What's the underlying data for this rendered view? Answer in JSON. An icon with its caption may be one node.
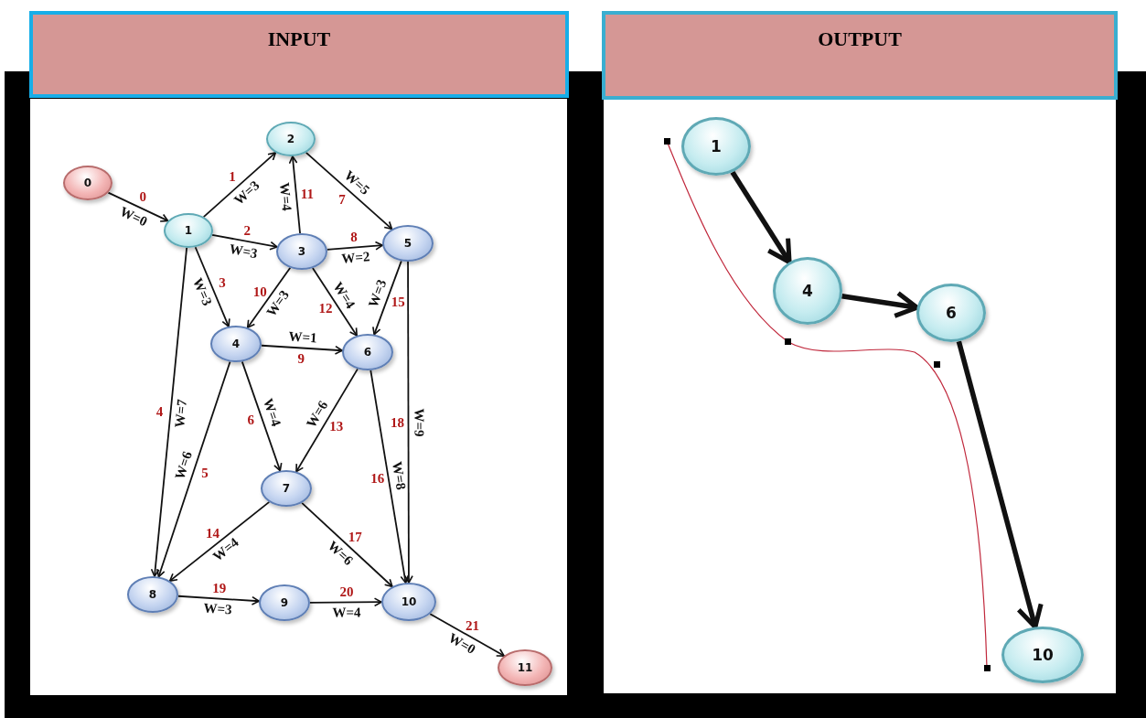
{
  "diagram": {
    "nodes": [
      {
        "text": [
          "INPUT"
        ]
      },
      {
        "text": [
          "OUTPUT"
        ]
      },
      {
        "text": [
          "0"
        ]
      },
      {
        "text": [
          "1"
        ]
      },
      {
        "text": [
          "2"
        ]
      },
      {
        "text": [
          "3"
        ]
      },
      {
        "text": [
          "4"
        ]
      },
      {
        "text": [
          "5"
        ]
      },
      {
        "text": [
          "6"
        ]
      },
      {
        "text": [
          "7"
        ]
      },
      {
        "text": [
          "8"
        ]
      },
      {
        "text": [
          "9"
        ]
      },
      {
        "text": [
          "10"
        ]
      },
      {
        "text": [
          "11"
        ]
      },
      {
        "text": [
          "1"
        ]
      },
      {
        "text": [
          "4"
        ]
      },
      {
        "text": [
          "6"
        ]
      },
      {
        "text": [
          "10"
        ]
      }
    ],
    "edges": [
      {
        "from": 2,
        "to": 3,
        "arrow": "to",
        "label": "W=0"
      },
      {
        "from": 3,
        "to": 4,
        "arrow": "to",
        "label": "W=3"
      },
      {
        "from": 3,
        "to": 5,
        "arrow": "to",
        "label": "W=3"
      },
      {
        "from": 3,
        "to": 6,
        "arrow": "to",
        "label": "W=3"
      },
      {
        "from": 3,
        "to": 10,
        "arrow": "to",
        "label": "W=7"
      },
      {
        "from": 6,
        "to": 10,
        "arrow": "to",
        "label": "W=6"
      },
      {
        "from": 6,
        "to": 9,
        "arrow": "to",
        "label": "W=4"
      },
      {
        "from": 4,
        "to": 7,
        "arrow": "to",
        "label": "W=5"
      },
      {
        "from": 5,
        "to": 7,
        "arrow": "to",
        "label": "W=2"
      },
      {
        "from": 6,
        "to": 8,
        "arrow": "to",
        "label": "W=1"
      },
      {
        "from": 5,
        "to": 6,
        "arrow": "to",
        "label": "W=3"
      },
      {
        "from": 5,
        "to": 4,
        "arrow": "to",
        "label": "W=4"
      },
      {
        "from": 5,
        "to": 8,
        "arrow": "to",
        "label": "W=4"
      },
      {
        "from": 8,
        "to": 9,
        "arrow": "to",
        "label": "W=6"
      },
      {
        "from": 9,
        "to": 10,
        "arrow": "to",
        "label": "W=4"
      },
      {
        "from": 7,
        "to": 8,
        "arrow": "to",
        "label": "W=3"
      },
      {
        "from": 8,
        "to": 12,
        "arrow": "to",
        "label": "W=8"
      },
      {
        "from": 9,
        "to": 12,
        "arrow": "to",
        "label": "W=6"
      },
      {
        "from": 7,
        "to": 12,
        "arrow": "to",
        "label": "W=9"
      },
      {
        "from": 10,
        "to": 11,
        "arrow": "to",
        "label": "W=3"
      },
      {
        "from": 11,
        "to": 12,
        "arrow": "to",
        "label": "W=4"
      },
      {
        "from": 12,
        "to": 13,
        "arrow": "to",
        "label": "W=0"
      },
      {
        "from": 14,
        "to": 15,
        "arrow": "to",
        "style": "thick"
      },
      {
        "from": 15,
        "to": 16,
        "arrow": "to",
        "style": "thick"
      },
      {
        "from": 16,
        "to": 17,
        "arrow": "to",
        "style": "thick"
      }
    ],
    "labels": [
      "0",
      "1",
      "2",
      "3",
      "4",
      "5",
      "6",
      "7",
      "8",
      "9",
      "10",
      "11",
      "12",
      "13",
      "14",
      "15",
      "16",
      "17",
      "18",
      "19",
      "20",
      "21"
    ]
  }
}
